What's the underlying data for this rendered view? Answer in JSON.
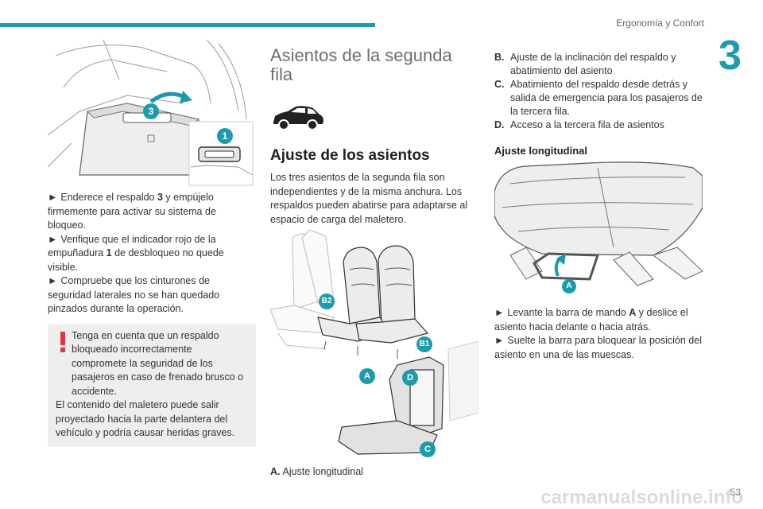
{
  "header": {
    "section": "Ergonomía y Confort",
    "chapter": "3",
    "page": "53",
    "watermark": "carmanualsonline.info"
  },
  "colors": {
    "accent": "#1e9bab",
    "warning": "#e5333f",
    "note_bg": "#eeeeee"
  },
  "col1": {
    "figure_badges": {
      "three": "3",
      "one": "1"
    },
    "bullets": [
      {
        "marker": "►",
        "before": "Enderece el respaldo ",
        "bold": "3",
        "after": " y empújelo firmemente para activar su sistema de bloqueo."
      },
      {
        "marker": "►",
        "before": "Verifique que el indicador rojo de la empuñadura ",
        "bold": "1",
        "after": " de desbloqueo no quede visible."
      },
      {
        "marker": "►",
        "before": "Compruebe que los cinturones de seguridad laterales no se han quedado pinzados durante la operación.",
        "bold": "",
        "after": ""
      }
    ],
    "warning": {
      "icon": "exclamation-icon",
      "line1": "Tenga en cuenta que un respaldo bloqueado incorrectamente compromete la seguridad de los pasajeros en caso de frenado brusco o accidente.",
      "line2": "El contenido del maletero puede salir proyectado hacia la parte delantera del vehículo y podría causar heridas graves."
    }
  },
  "col2": {
    "title": "Asientos de la segunda fila",
    "car_icon": "car-suv-icon",
    "subtitle": "Ajuste de los asientos",
    "body": "Los tres asientos de la segunda fila son independientes y de la misma anchura. Los respaldos pueden abatirse para adaptarse al espacio de carga del maletero.",
    "figure_badges": {
      "b2": "B2",
      "b1": "B1",
      "a": "A",
      "d": "D",
      "c": "C"
    },
    "caption_key": "A.",
    "caption_text": "Ajuste longitudinal"
  },
  "col3": {
    "legend": [
      {
        "key": "B.",
        "text": "Ajuste de la inclinación del respaldo y abatimiento del asiento"
      },
      {
        "key": "C.",
        "text": "Abatimiento del respaldo desde detrás y salida de emergencia para los pasajeros de la tercera fila."
      },
      {
        "key": "D.",
        "text": "Acceso a la tercera fila de asientos"
      }
    ],
    "subheading": "Ajuste longitudinal",
    "figure_badges": {
      "a": "A"
    },
    "bullets": [
      {
        "marker": "►",
        "before": "Levante la barra de mando ",
        "bold": "A",
        "after": " y deslice el asiento hacia delante o hacia atrás."
      },
      {
        "marker": "►",
        "before": "Suelte la barra para bloquear la posición del asiento en una de las muescas.",
        "bold": "",
        "after": ""
      }
    ]
  }
}
